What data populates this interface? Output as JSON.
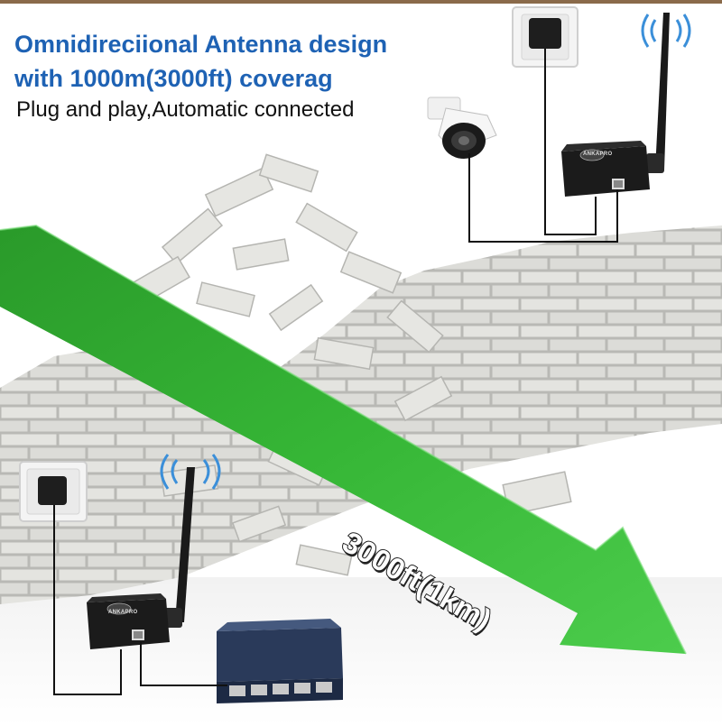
{
  "headline": {
    "line1": "Omnidireciional Antenna design",
    "line2": "with 1000m(3000ft) coverag"
  },
  "subline": "Plug and play,Automatic connected",
  "range_label": "3000ft(1km)",
  "device_logo": "ANKAPRO",
  "colors": {
    "headline": "#1e62b4",
    "arrow": "#2fb02f",
    "wall": "#d6d6d2",
    "device": "#1b1b1b",
    "signal_waves": "#3b8fd9"
  },
  "icons": [
    "power-outlet-icon",
    "antenna-icon",
    "wifi-signal-icon",
    "security-camera-icon",
    "network-switch-icon",
    "brick-wall-icon",
    "arrow-icon"
  ]
}
